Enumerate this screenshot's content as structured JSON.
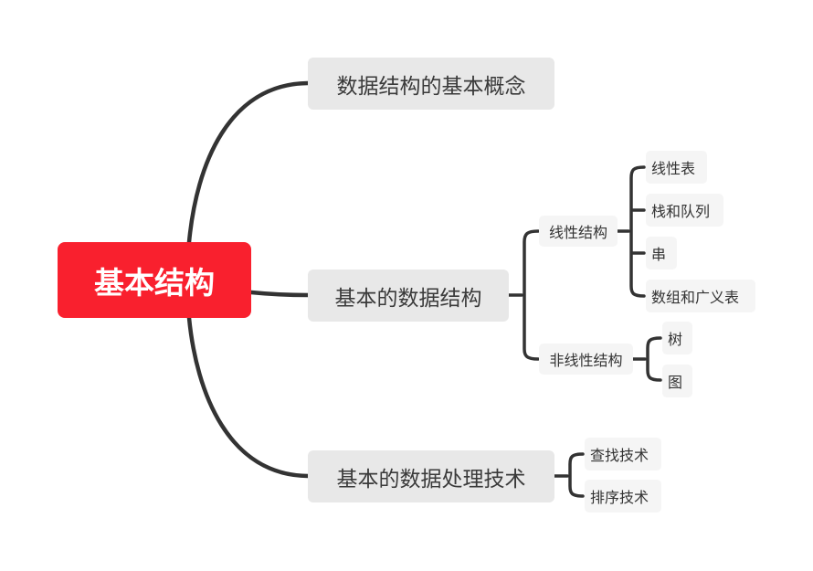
{
  "root": {
    "label": "基本结构",
    "color": "#f9202e"
  },
  "branches": [
    {
      "label": "数据结构的基本概念"
    },
    {
      "label": "基本的数据结构",
      "children": [
        {
          "label": "线性结构",
          "children": [
            "线性表",
            "栈和队列",
            "串",
            "数组和广义表"
          ]
        },
        {
          "label": "非线性结构",
          "children": [
            "树",
            "图"
          ]
        }
      ]
    },
    {
      "label": "基本的数据处理技术",
      "children": [
        "查找技术",
        "排序技术"
      ]
    }
  ],
  "line_color": "#333333"
}
